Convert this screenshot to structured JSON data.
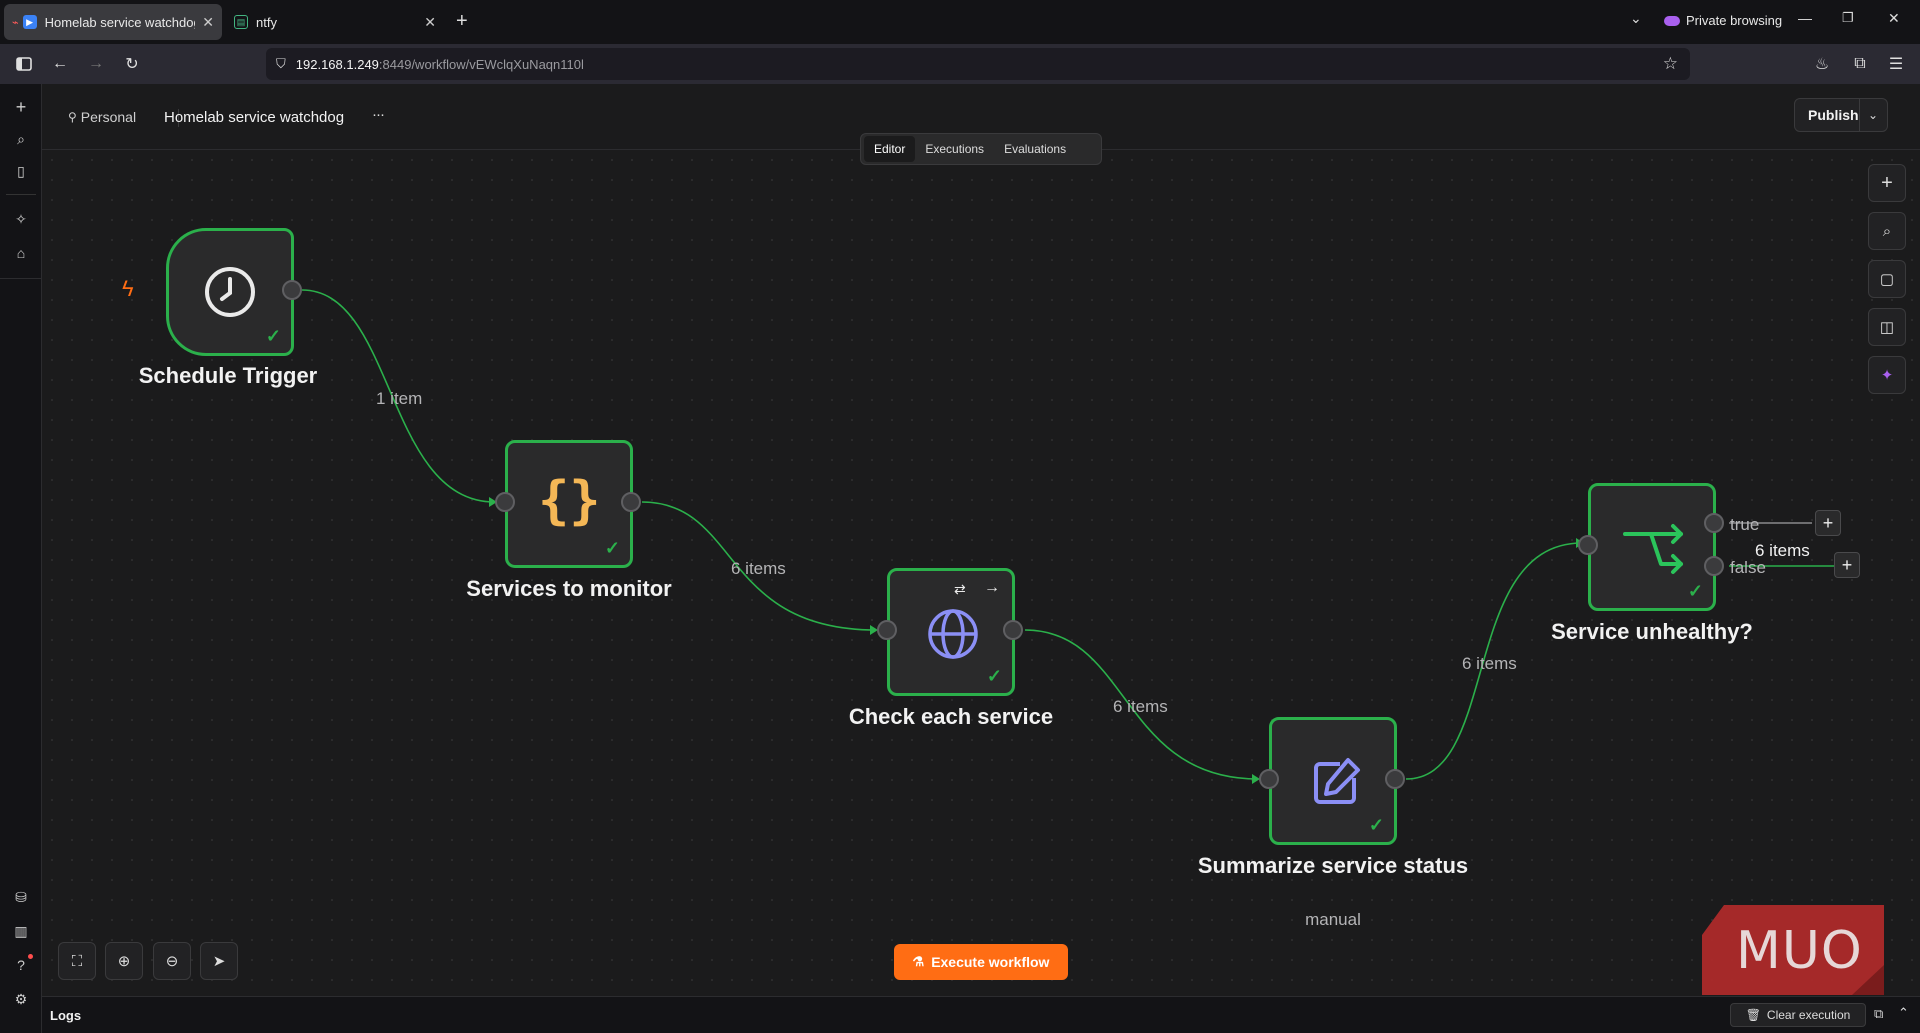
{
  "browser": {
    "tabs": [
      {
        "title": "Homelab service watchdog",
        "active": true
      },
      {
        "title": "ntfy",
        "active": false
      }
    ],
    "private_label": "Private browsing",
    "url_host": "192.168.1.249",
    "url_rest": ":8449/workflow/vEWclqXuNaqn110l"
  },
  "header": {
    "project": "Personal",
    "workflow_name": "Homelab service watchdog",
    "more": "···",
    "publish_label": "Publish"
  },
  "view_tabs": [
    {
      "label": "Editor",
      "active": true
    },
    {
      "label": "Executions",
      "active": false
    },
    {
      "label": "Evaluations",
      "active": false
    }
  ],
  "nodes": {
    "schedule_trigger": {
      "label": "Schedule Trigger"
    },
    "services_to_monitor": {
      "label": "Services to monitor"
    },
    "check_each_service": {
      "label": "Check each service"
    },
    "summarize": {
      "label": "Summarize service status",
      "subtitle": "manual"
    },
    "service_unhealthy": {
      "label": "Service unhealthy?"
    }
  },
  "connections": {
    "c1": "1 item",
    "c2": "6 items",
    "c3": "6 items",
    "c4": "6 items",
    "true_label": "true",
    "false_label": "false",
    "false_count": "6 items"
  },
  "execute_label": "Execute workflow",
  "logs": {
    "title": "Logs",
    "clear_label": "Clear execution"
  },
  "watermark": "MUO",
  "colors": {
    "node_border": "#2bb04b",
    "execute_button": "#ff6d14",
    "trigger_bolt": "#ff6d14"
  }
}
